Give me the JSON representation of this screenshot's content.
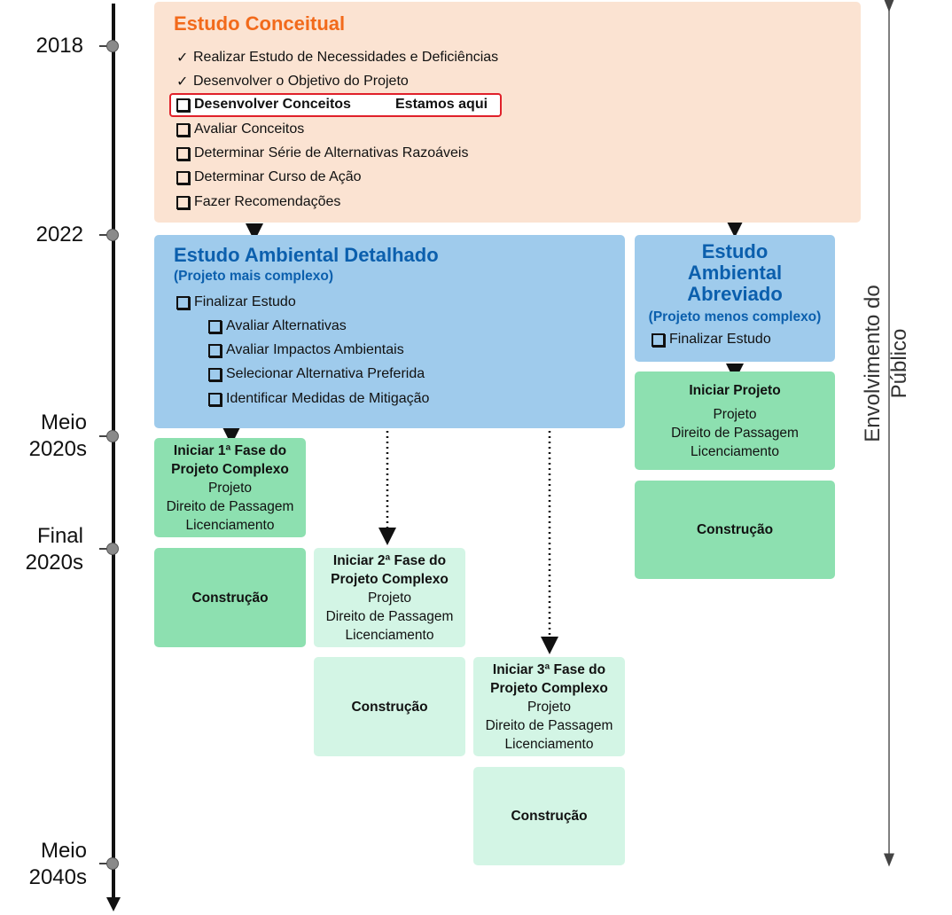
{
  "timeline": {
    "labels": [
      "2018",
      "2022",
      "Meio 2020s",
      "Final 2020s",
      "Meio 2040s"
    ]
  },
  "conceptual": {
    "title": "Estudo Conceitual",
    "items": [
      "Realizar Estudo de Necessidades e Deficiências",
      "Desenvolver o Objetivo do Projeto",
      "Desenvolver Conceitos",
      "Avaliar Conceitos",
      "Determinar Série de Alternativas Razoáveis",
      "Determinar Curso de Ação",
      "Fazer Recomendações"
    ],
    "current_marker": "Estamos aqui"
  },
  "detailed": {
    "title": "Estudo Ambiental Detalhado",
    "subtitle": "(Projeto mais complexo)",
    "item": "Finalizar Estudo",
    "subitems": [
      "Avaliar Alternativas",
      "Avaliar Impactos Ambientais",
      "Selecionar Alternativa Preferida",
      "Identificar Medidas de Mitigação"
    ]
  },
  "abbreviated": {
    "title_1": "Estudo",
    "title_2": "Ambiental",
    "title_3": "Abreviado",
    "subtitle": "(Projeto menos complexo)",
    "item": "Finalizar Estudo"
  },
  "phases": {
    "phase1_title_1": "Iniciar 1ª Fase do",
    "phase1_title_2": "Projeto Complexo",
    "phase2_title_1": "Iniciar 2ª Fase do",
    "phase2_title_2": "Projeto Complexo",
    "phase3_title_1": "Iniciar 3ª Fase do",
    "phase3_title_2": "Projeto Complexo",
    "start_project": "Iniciar Projeto",
    "line_project": "Projeto",
    "line_row": "Direito de Passagem",
    "line_licensing": "Licenciamento",
    "construction": "Construção"
  },
  "public_involvement": {
    "line_1": "Envolvimento do",
    "line_2": "Público"
  },
  "colors": {
    "conceptual": "#fbe3d2",
    "detailed": "#9fcbec",
    "green": "#8de0b0",
    "mint": "#d3f5e5",
    "highlight": "#e0202a",
    "title_orange": "#f26a1b",
    "title_blue": "#0b5fad"
  }
}
